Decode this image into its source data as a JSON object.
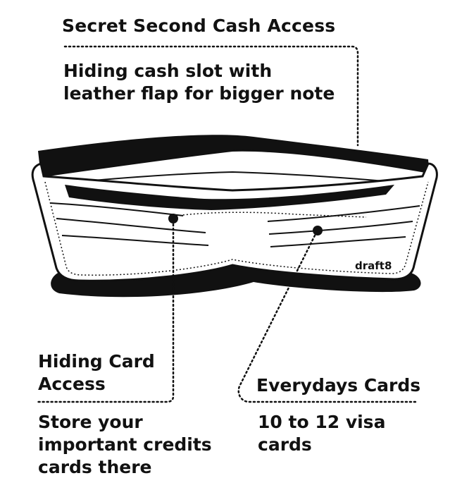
{
  "callouts": {
    "secret_cash": {
      "title": "Secret Second Cash Access",
      "body_line1": "Hiding cash slot with",
      "body_line2": "leather flap for bigger note"
    },
    "hiding_card": {
      "title_line1": "Hiding Card",
      "title_line2": "Access",
      "body_line1": "Store your",
      "body_line2": "important credits",
      "body_line3": "cards there"
    },
    "everyday_cards": {
      "title": "Everydays Cards",
      "body_line1": "10 to 12 visa",
      "body_line2": "cards"
    }
  },
  "brand": {
    "logo": "draft8"
  },
  "colors": {
    "ink": "#111111",
    "paper": "#ffffff"
  }
}
